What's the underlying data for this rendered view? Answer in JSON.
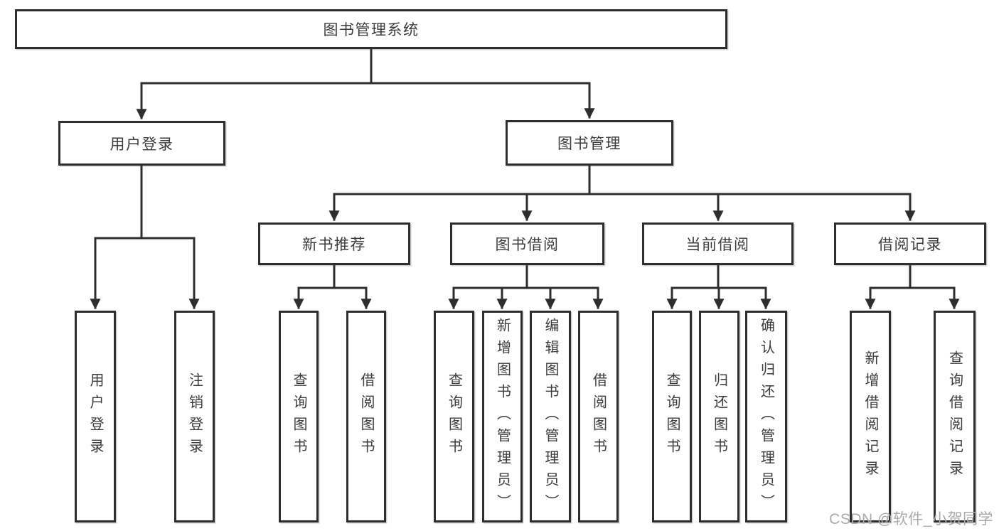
{
  "diagram_type": "tree",
  "tree": {
    "label": "图书管理系统",
    "children": [
      {
        "label": "用户登录",
        "children": [
          {
            "label": "用户登录"
          },
          {
            "label": "注销登录"
          }
        ]
      },
      {
        "label": "图书管理",
        "children": [
          {
            "label": "新书推荐",
            "children": [
              {
                "label": "查询图书"
              },
              {
                "label": "借阅图书"
              }
            ]
          },
          {
            "label": "图书借阅",
            "children": [
              {
                "label": "查询图书"
              },
              {
                "label": "新增图书（管理员）"
              },
              {
                "label": "编辑图书（管理员）"
              },
              {
                "label": "借阅图书"
              }
            ]
          },
          {
            "label": "当前借阅",
            "children": [
              {
                "label": "查询图书"
              },
              {
                "label": "归还图书"
              },
              {
                "label": "确认归还（管理员）"
              }
            ]
          },
          {
            "label": "借阅记录",
            "children": [
              {
                "label": "新增借阅记录"
              },
              {
                "label": "查询借阅记录"
              }
            ]
          }
        ]
      }
    ]
  },
  "watermark": {
    "text": "CSDN @软件_小贺同学"
  },
  "colors": {
    "line": "#2e2e2e",
    "box_border": "#2e2e2e",
    "box_background": "#ffffff",
    "text": "#3b3b3b",
    "watermark": "#a9a9a9",
    "page_background": "#ffffff"
  }
}
